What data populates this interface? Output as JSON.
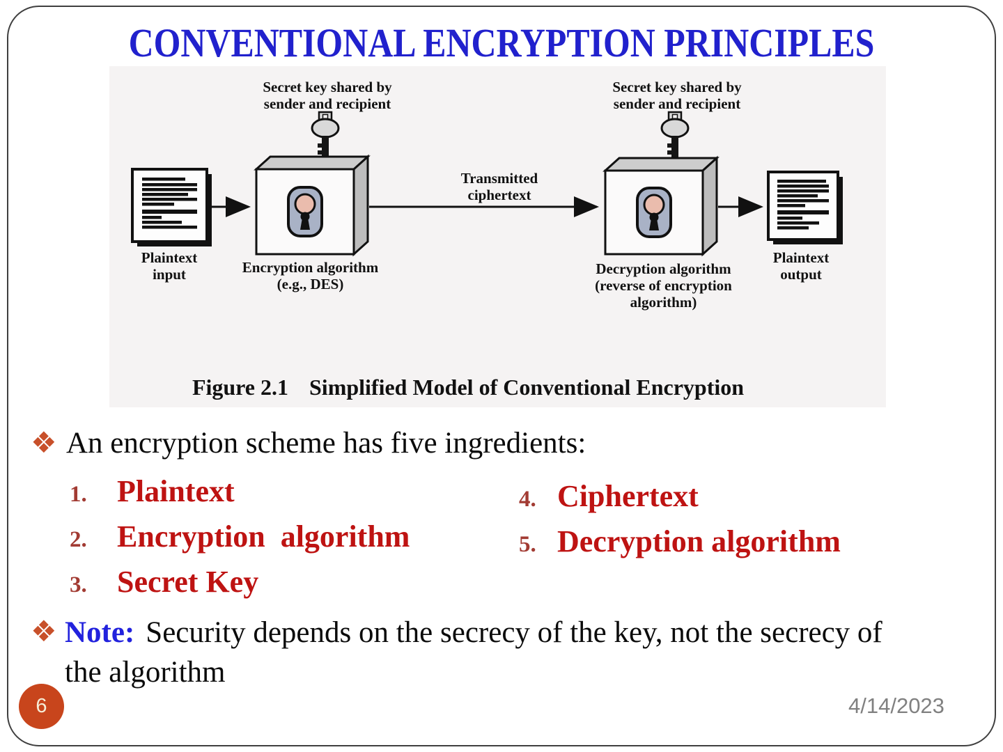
{
  "title": "CONVENTIONAL ENCRYPTION PRINCIPLES",
  "figure": {
    "secret_key": {
      "line1": "Secret key shared by",
      "line2": "sender and recipient"
    },
    "plaintext_input": {
      "line1": "Plaintext",
      "line2": "input"
    },
    "encryption": {
      "line1": "Encryption algorithm",
      "line2": "(e.g., DES)"
    },
    "transmitted": {
      "line1": "Transmitted",
      "line2": "ciphertext"
    },
    "decryption": {
      "line1": "Decryption algorithm",
      "line2": "(reverse of encryption",
      "line3": "algorithm)"
    },
    "plaintext_output": {
      "line1": "Plaintext",
      "line2": "output"
    },
    "caption_figure": "Figure 2.1",
    "caption_title": "Simplified Model of Conventional Encryption"
  },
  "content": {
    "bullet_glyph": "❖",
    "intro": "An encryption scheme has five ingredients:",
    "ingredients": [
      {
        "num": "1.",
        "label": "Plaintext"
      },
      {
        "num": "2.",
        "label": "Encryption  algorithm"
      },
      {
        "num": "3.",
        "label": "Secret Key"
      },
      {
        "num": "4.",
        "label": "Ciphertext"
      },
      {
        "num": "5.",
        "label": "Decryption algorithm"
      }
    ],
    "note": {
      "label": "Note:",
      "line1": "Security depends on the secrecy of the key, not the secrecy of",
      "line2": "the algorithm"
    }
  },
  "footer": {
    "page_number": "6",
    "date": "4/14/2023"
  },
  "colors": {
    "title_blue": "#2121CD",
    "note_blue": "#2222DD",
    "bullet_orange": "#C8502A",
    "number_red": "#A23B33",
    "item_red": "#BE1312",
    "page_circle": "#C8451C",
    "date_gray": "#808080",
    "figure_bg": "#F5F3F3"
  }
}
